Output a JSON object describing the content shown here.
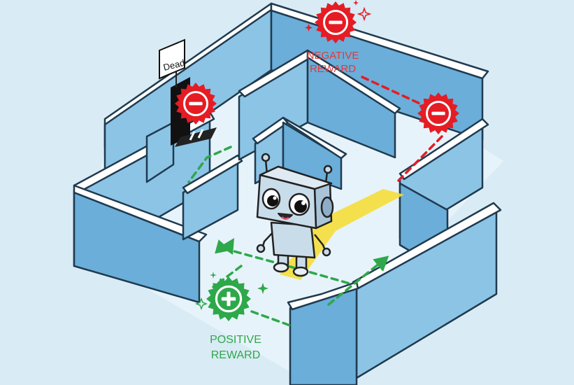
{
  "labels": {
    "dead_sign": "Dead",
    "negative_reward_line1": "NEGATIVE",
    "negative_reward_line2": "REWARD",
    "positive_reward_line1": "POSITIVE",
    "positive_reward_line2": "REWARD"
  },
  "icons": {
    "negative": "minus-badge-icon",
    "positive": "plus-badge-icon",
    "sparkle": "sparkle-icon"
  },
  "colors": {
    "background": "#d9ebf4",
    "wall_front": "#8cc4e6",
    "wall_side": "#6aaed9",
    "wall_top": "#ffffff",
    "floor": "#e7f3fa",
    "negative": "#e51c24",
    "negative_text": "#e03a3e",
    "positive": "#2ea84a",
    "path_highlight": "#f5de3a",
    "robot_body": "#c9dcea",
    "outline": "#222222"
  }
}
